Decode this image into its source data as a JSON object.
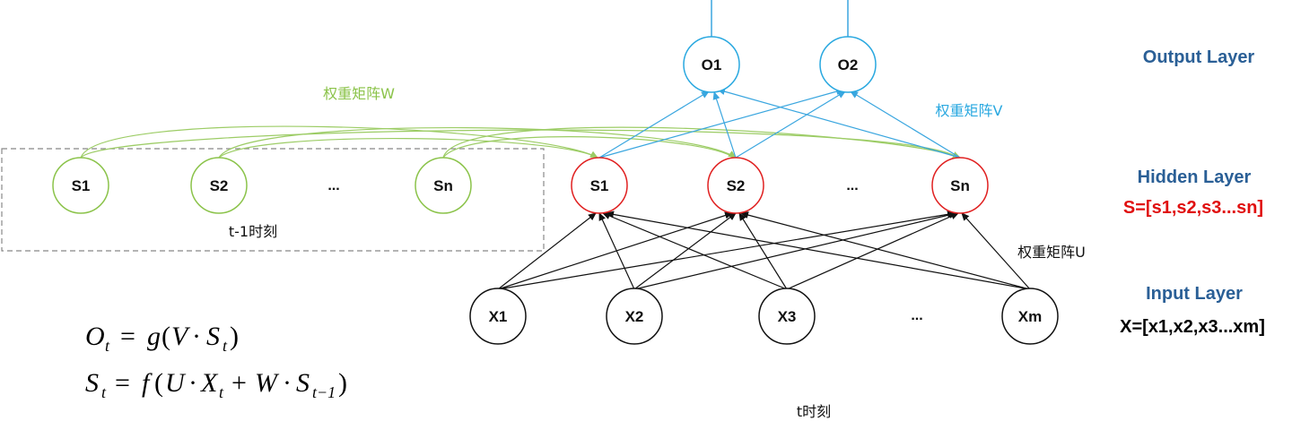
{
  "colors": {
    "hidden_prev": "#8bc34a",
    "hidden_prev_line": "#9ccc65",
    "hidden_now": "#e02020",
    "output": "#29a8e0",
    "output_line": "#3aa6df",
    "input": "#111111",
    "layer_title": "#2a5f96",
    "hidden_formula": "#e01010",
    "input_formula": "#000000",
    "dashed_box": "#888888"
  },
  "prev_hidden": {
    "nodes": [
      "S1",
      "S2",
      "...",
      "Sn"
    ],
    "time_label": "t-1时刻"
  },
  "hidden": {
    "nodes": [
      "S1",
      "S2",
      "...",
      "Sn"
    ]
  },
  "output": {
    "nodes": [
      "O1",
      "O2"
    ]
  },
  "input": {
    "nodes": [
      "X1",
      "X2",
      "X3",
      "...",
      "Xm"
    ]
  },
  "labels": {
    "weight_w": "权重矩阵W",
    "weight_v": "权重矩阵V",
    "weight_u": "权重矩阵U",
    "time_t": "t时刻"
  },
  "layers": {
    "output_title": "Output Layer",
    "hidden_title": "Hidden Layer",
    "hidden_formula": "S=[s1,s2,s3...sn]",
    "input_title": "Input Layer",
    "input_formula": "X=[x1,x2,x3...xm]"
  },
  "formulas": {
    "line1": "O_t = g(V · S_t)",
    "line2": "S_t = f(U · X_t + W · S_{t-1})"
  }
}
